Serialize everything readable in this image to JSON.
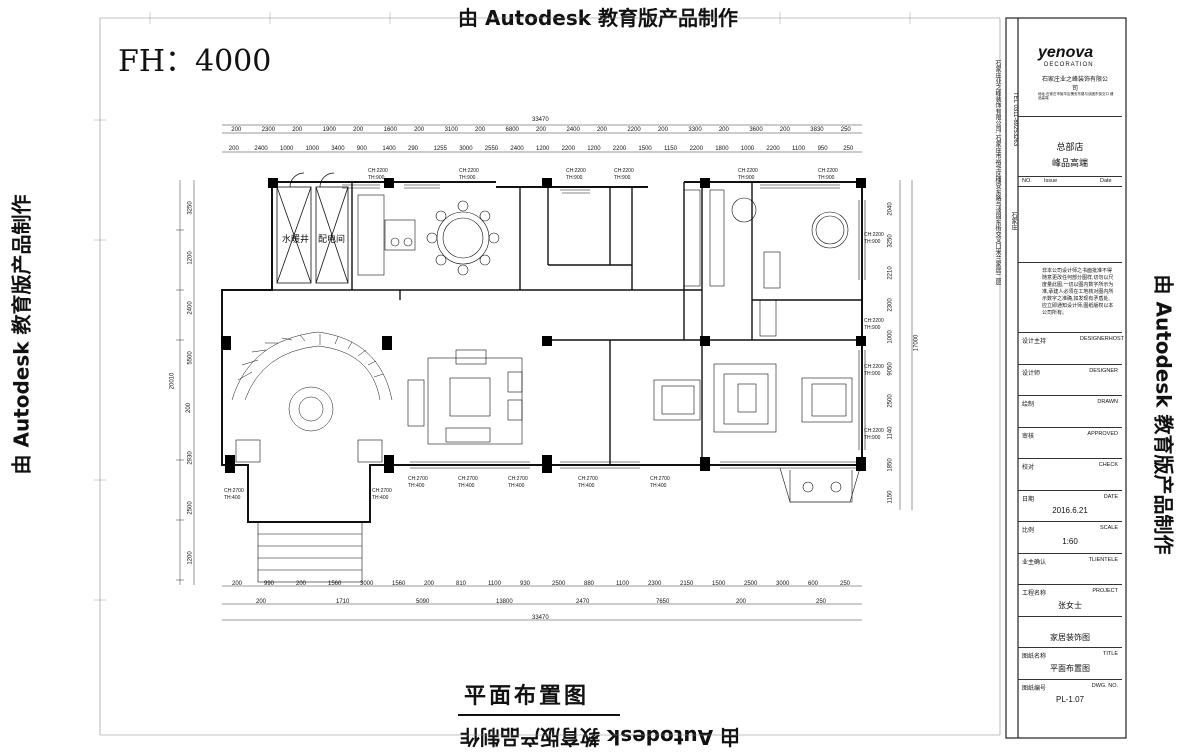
{
  "watermark": "由 Autodesk 教育版产品制作",
  "floor_height": "FH：4000",
  "plan_title": "平面布置图",
  "rooms": {
    "water_heating": "水暖井",
    "electric": "配电间"
  },
  "overall_dims": {
    "top": "33470",
    "bottom": "33470",
    "left": "20010",
    "right": "17000"
  },
  "dims_top_row1": [
    "200",
    "2300",
    "200",
    "1900",
    "200",
    "1600",
    "200",
    "3100",
    "200",
    "6800",
    "200",
    "2400",
    "200",
    "2200",
    "200",
    "3300",
    "200",
    "3600",
    "200",
    "3830",
    "250"
  ],
  "dims_top_row2": [
    "200",
    "2400",
    "1000",
    "1000",
    "3400",
    "900",
    "1400",
    "290",
    "1255",
    "3000",
    "2550",
    "2400",
    "1200",
    "2200",
    "1200",
    "2200",
    "1500",
    "1150",
    "2200",
    "1800",
    "1000",
    "2200",
    "1100",
    "950",
    "250"
  ],
  "dims_bottom_row1": [
    "200",
    "990",
    "200",
    "1560",
    "3000",
    "1560",
    "200",
    "810",
    "1100",
    "930",
    "2500",
    "880",
    "1100",
    "2300",
    "2150",
    "1500",
    "2500",
    "3000",
    "600",
    "250"
  ],
  "dims_bottom_row2": [
    "200",
    "1710",
    "5090",
    "13800",
    "2470",
    "7650",
    "200",
    "250"
  ],
  "dims_left": [
    "3250",
    "1200",
    "2400",
    "5500",
    "200",
    "2930",
    "2500",
    "1200"
  ],
  "dims_right": [
    "2040",
    "3250",
    "2210",
    "2300",
    "1000",
    "9050",
    "2500",
    "1140",
    "1850",
    "1150"
  ],
  "ceiling_tags": [
    "CH:2200",
    "TH:900",
    "CH:2700",
    "TH:400"
  ],
  "title_block": {
    "logo": "yenova",
    "logo_sub": "DECORATION",
    "company": "石家庄业之峰装饰有限公司",
    "company_small": "地址:石家庄市裕华区槐安东路与谈固东街交口 峰品高端",
    "vertical_address": "石家庄业之峰装饰有限公司, 石家庄市裕华区槐安东路与谈固东街交叉口米兰家居二层",
    "tel": "TEL 0311-89253263",
    "city": "石家庄",
    "branch": "总部店",
    "branch2": "峰品高端",
    "rev_headers": [
      "NO.",
      "Issue",
      "Date"
    ],
    "note": "非本公司设计师之书面批准不得随意更改任何部分图样,切勿以尺度量此图,一切以图内数字所示为准,承建人必须在工地核对图内所示数字之准确,如发现有矛盾处,应立即通知设计师,图纸版权以本公司所有。",
    "rows": [
      {
        "cn": "设计主持",
        "en": "DESIGNERHOST",
        "val": ""
      },
      {
        "cn": "设计师",
        "en": "DESIGNER",
        "val": ""
      },
      {
        "cn": "绘制",
        "en": "DRAWN",
        "val": ""
      },
      {
        "cn": "审核",
        "en": "APPROVED",
        "val": ""
      },
      {
        "cn": "校对",
        "en": "CHECK",
        "val": ""
      },
      {
        "cn": "日期",
        "en": "DATE",
        "val": "2016.6.21"
      },
      {
        "cn": "比例",
        "en": "SCALE",
        "val": "1:60"
      },
      {
        "cn": "业主确认",
        "en": "TLIENTELE",
        "val": ""
      },
      {
        "cn": "工程名称",
        "en": "PROJECT",
        "val": "张女士"
      },
      {
        "cn": "",
        "en": "",
        "val": "家居装饰图"
      },
      {
        "cn": "图纸名称",
        "en": "TITLE",
        "val": "平面布置图"
      },
      {
        "cn": "图纸编号",
        "en": "DWG. NO.",
        "val": "PL-1.07"
      }
    ]
  }
}
